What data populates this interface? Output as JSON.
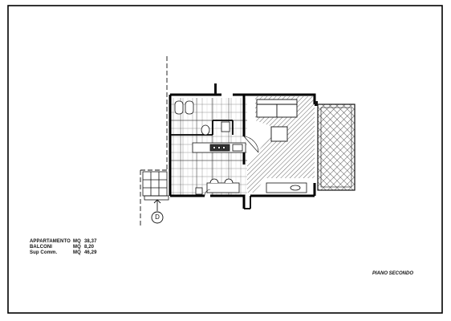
{
  "plan": {
    "floor_label": "PIANO SECONDO",
    "entry_marker": "D",
    "areas": [
      {
        "name": "APPARTAMENTO",
        "unit": "MQ",
        "value": "38,37"
      },
      {
        "name": "BALCONI",
        "unit": "MQ",
        "value": "8,20"
      },
      {
        "name": "Sup Comm.",
        "unit": "MQ",
        "value": "46,29"
      }
    ]
  },
  "colors": {
    "ink": "#111111",
    "paper": "#ffffff"
  }
}
